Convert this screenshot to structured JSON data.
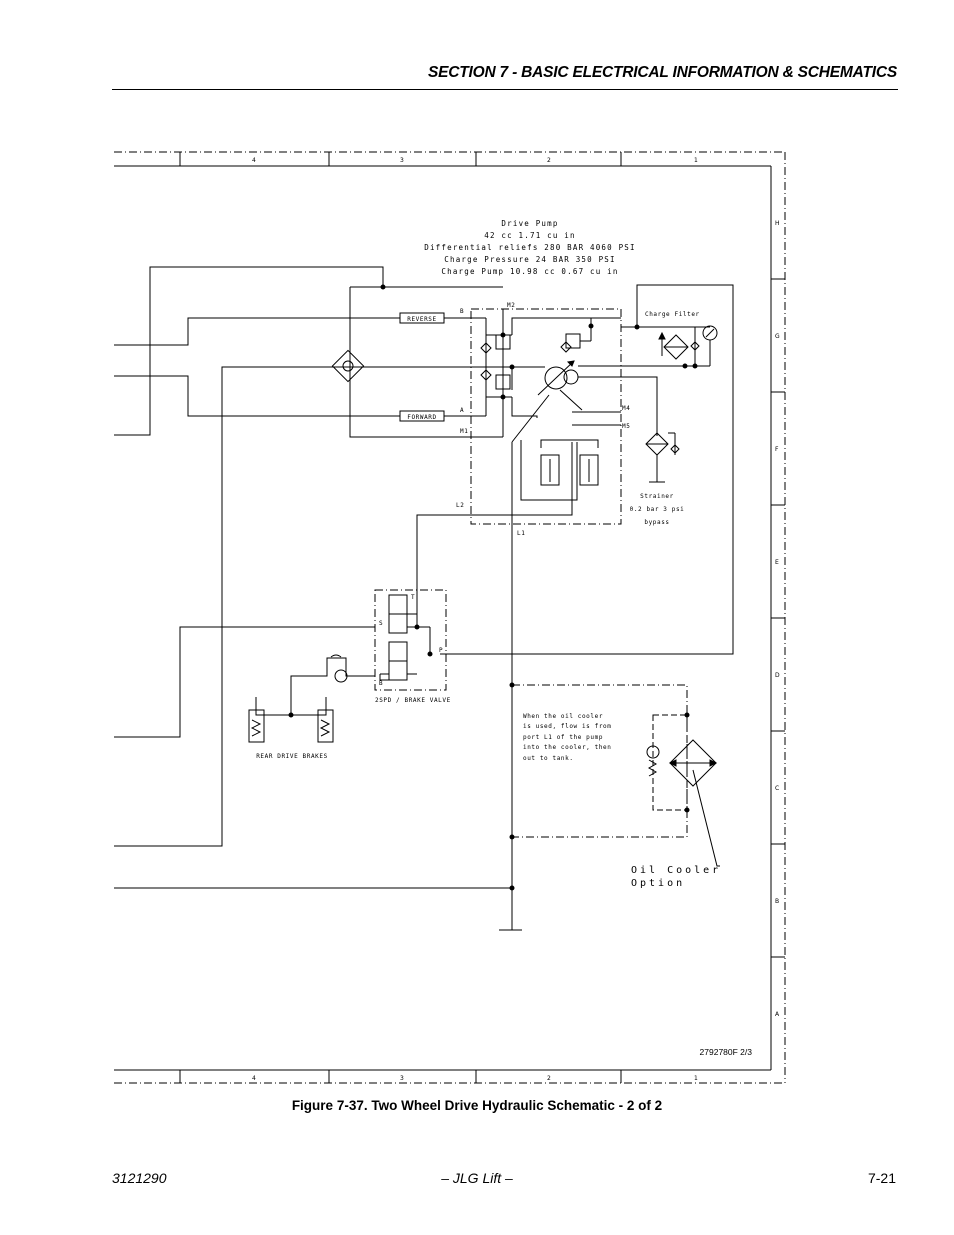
{
  "header": {
    "section_title": "SECTION 7 - BASIC ELECTRICAL INFORMATION & SCHEMATICS"
  },
  "figure": {
    "caption": "Figure 7-37.  Two Wheel Drive Hydraulic Schematic - 2 of 2",
    "drawing_number": "2792780F 2/3",
    "zones_top": [
      "4",
      "3",
      "2",
      "1"
    ],
    "zones_right": [
      "H",
      "G",
      "F",
      "E",
      "D",
      "C",
      "B",
      "A"
    ]
  },
  "schematic": {
    "drive_pump_lines": [
      "Drive Pump",
      "42 cc  1.71 cu in",
      "Differential reliefs 280 BAR 4060 PSI",
      "Charge Pressure 24 BAR 350 PSI",
      "Charge Pump 10.98 cc 0.67 cu in"
    ],
    "reverse_label": "REVERSE",
    "forward_label": "FORWARD",
    "port_b": "B",
    "port_a": "A",
    "port_m2": "M2",
    "port_m1": "M1",
    "port_m4": "M4",
    "port_m5": "M5",
    "port_l2": "L2",
    "port_l1": "L1",
    "charge_filter": "Charge Filter",
    "strainer_lines": [
      "Strainer",
      "0.2 bar 3 psi",
      "bypass"
    ],
    "valve_port_t": "T",
    "valve_port_s": "S",
    "valve_port_p": "P",
    "valve_port_b": "B",
    "valve_label": "2SPD / BRAKE VALVE",
    "rear_brakes_label": "REAR DRIVE BRAKES",
    "oil_cooler_note": [
      "When the oil cooler",
      "is used, flow is from",
      "port L1 of the pump",
      "into the cooler, then",
      "out to tank."
    ],
    "oil_cooler_option": [
      "Oil Cooler",
      "Option"
    ]
  },
  "footer": {
    "doc_number": "3121290",
    "brand": "– JLG Lift –",
    "page": "7-21"
  }
}
